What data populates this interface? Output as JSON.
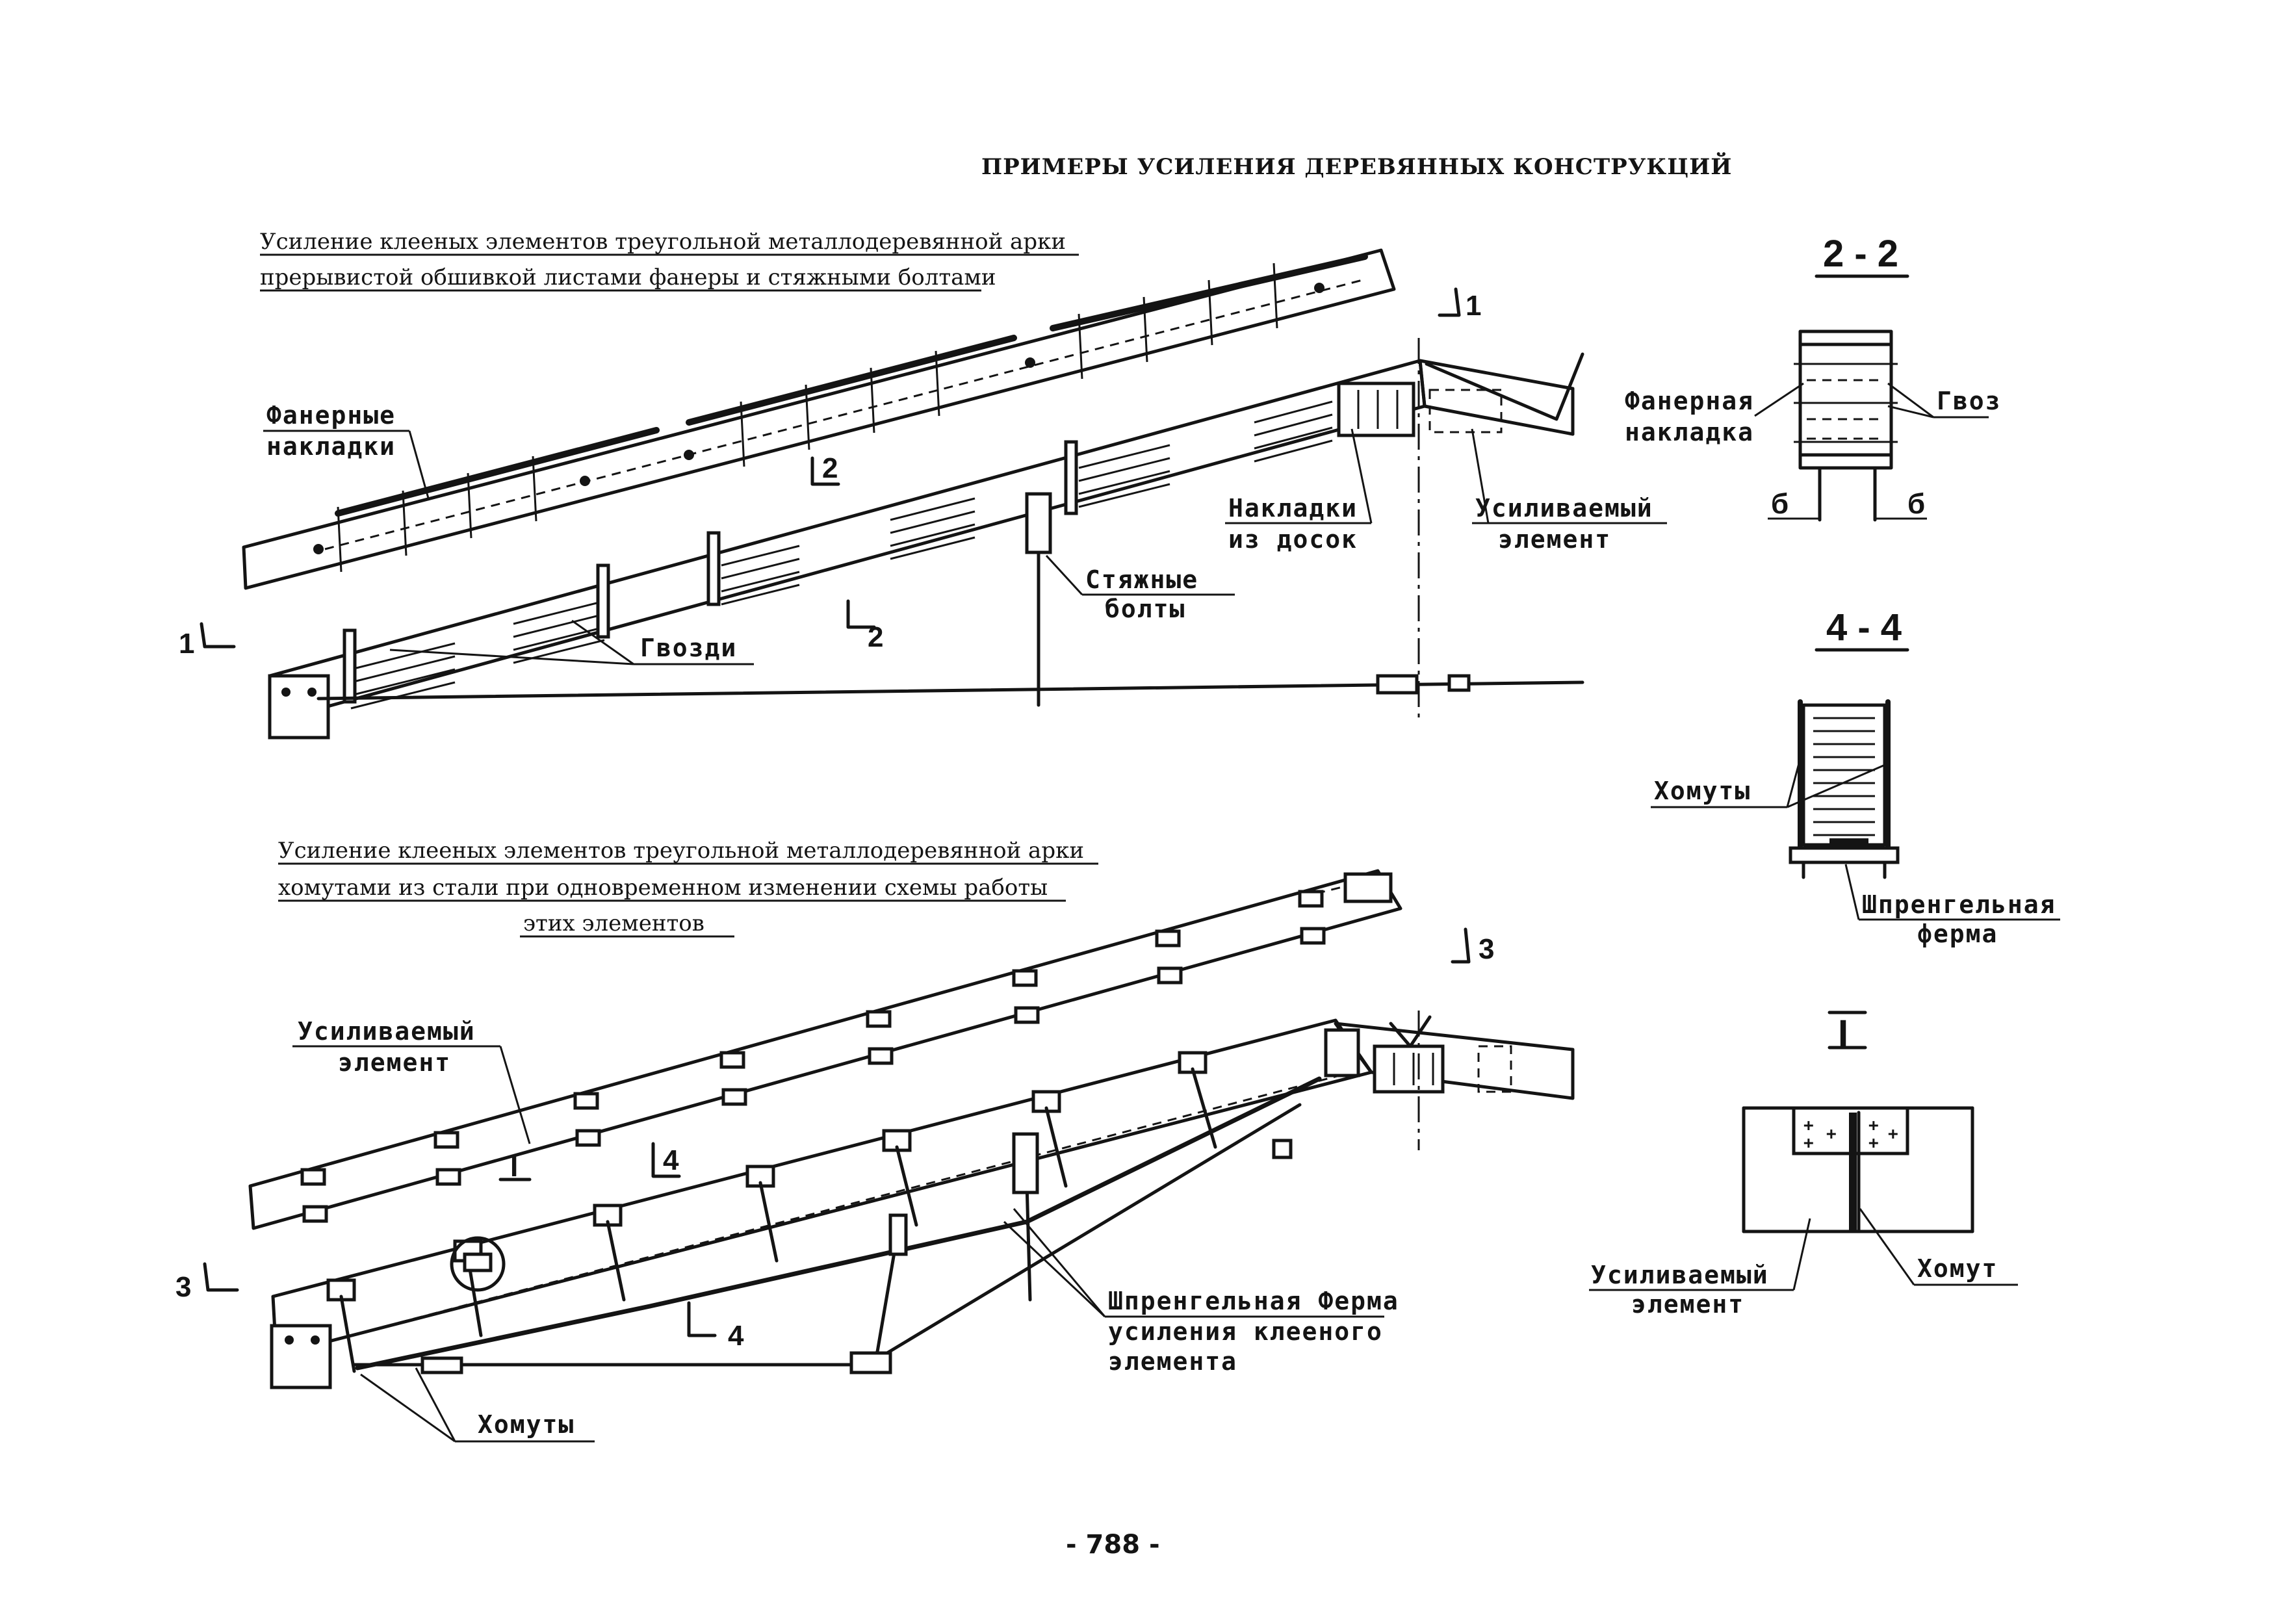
{
  "page": {
    "title": "ПРИМЕРЫ УСИЛЕНИЯ ДЕРЕВЯННЫХ КОНСТРУКЦИЙ",
    "page_number": "- 788 -"
  },
  "diagram_top": {
    "caption_line1": "Усиление клееных элементов треугольной металлодеревянной арки",
    "caption_line2": "прерывистой обшивкой листами фанеры и стяжными болтами",
    "labels": {
      "plywood_1": "Фанерные",
      "plywood_2": "накладки",
      "planks_1": "Накладки",
      "planks_2": "из досок",
      "reinforced_1": "Усиливаемый",
      "reinforced_2": "элемент",
      "bolts_1": "Стяжные",
      "bolts_2": "болты",
      "nails": "Гвозди"
    },
    "marks": {
      "m1_left": "1",
      "m1_right": "1",
      "m2_upper": "2",
      "m2_lower": "2"
    }
  },
  "diagram_bottom": {
    "caption_line1": "Усиление клееных элементов треугольной металлодеревянной арки",
    "caption_line2": "хомутами из стали при одновременном изменении схемы работы",
    "caption_line3": "этих элементов",
    "labels": {
      "reinforced_1": "Усиливаемый",
      "reinforced_2": "элемент",
      "truss_1": "Шпренгельная Ферма",
      "truss_2": "усиления клееного",
      "truss_3": "элемента",
      "clamps": "Хомуты"
    },
    "marks": {
      "m3_left": "3",
      "m3_right": "3",
      "m4_upper": "4",
      "m4_lower": "4",
      "node_I": "I"
    }
  },
  "section_2_2": {
    "title": "2 - 2",
    "label_plywood_1": "Фанерная",
    "label_plywood_2": "накладка",
    "label_nails": "Гвоз",
    "dim_left": "б",
    "dim_right": "б"
  },
  "section_4_4": {
    "title": "4 - 4",
    "label_clamps": "Хомуты",
    "label_truss_1": "Шпренгельная",
    "label_truss_2": "ферма"
  },
  "node_I": {
    "title": "I",
    "label_reinforced_1": "Усиливаемый",
    "label_reinforced_2": "элемент",
    "label_clamp": "Хомут"
  }
}
